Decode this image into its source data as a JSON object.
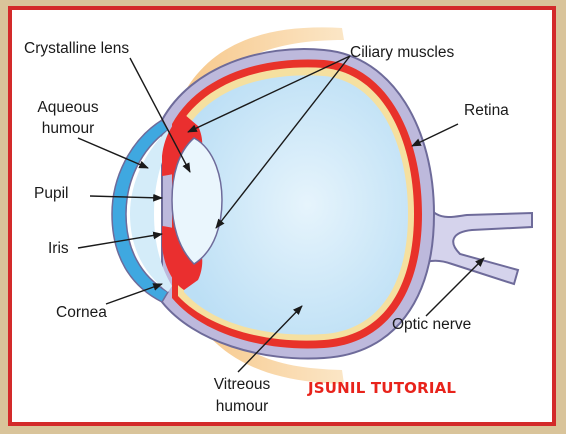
{
  "labels": {
    "crystalline_lens": "Crystalline lens",
    "ciliary_muscles": "Ciliary muscles",
    "aqueous_humour_1": "Aqueous",
    "aqueous_humour_2": "humour",
    "retina": "Retina",
    "pupil": "Pupil",
    "iris": "Iris",
    "cornea": "Cornea",
    "optic_nerve": "Optic nerve",
    "vitreous_humour_1": "Vitreous",
    "vitreous_humour_2": "humour"
  },
  "watermark": "JSUNIL TUTORIAL",
  "colors": {
    "border": "#d32a2a",
    "frame": "#d9c49a",
    "watermark": "#e8231b",
    "sclera": "#b9b6d9",
    "choroid": "#e8322a",
    "vitreous": "#cfe8f8",
    "cornea": "#3fa8e0",
    "lens": "#e9f5fc"
  }
}
